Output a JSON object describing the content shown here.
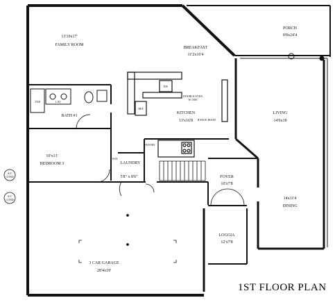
{
  "title": "1ST FLOOR PLAN",
  "rooms": {
    "family_room": {
      "dims": "13'10x17'",
      "name": "FAMILY ROOM"
    },
    "breakfast": {
      "name": "BREAKFAST",
      "dims": "11'2x16'4"
    },
    "porch": {
      "name": "PORCH",
      "dims": "8'8x24'4"
    },
    "living": {
      "name": "LIVING",
      "dims": "14'6x18"
    },
    "kitchen": {
      "name": "KITCHEN",
      "dims": "13'x16'8"
    },
    "bath": {
      "name": "BATH #1"
    },
    "bedroom": {
      "dims": "10'x13'",
      "name": "BEDROOM 3"
    },
    "laundry": {
      "name": "LAUNDRY",
      "dims": "5'8\" x 8'6\""
    },
    "foyer": {
      "name": "FOYER",
      "dims": "10'x7'8"
    },
    "dining": {
      "dims": "14x11'4",
      "name": "DINING"
    },
    "loggia": {
      "name": "LOGGIA",
      "dims": "12'x7'8"
    },
    "garage": {
      "name": "3 CAR GARAGE",
      "dims": "28'4x19'"
    }
  },
  "fixtures": {
    "refrigerator": "REF",
    "dw": "DW",
    "double_oven": [
      "DOUBLE OVEN",
      "W/ MW"
    ],
    "range": "RANGE HOOD",
    "pantry": "PANTRY",
    "wh": "W.H.",
    "ac1": [
      "A/C",
      "COND"
    ],
    "ac2": [
      "A/C",
      "COND"
    ],
    "tub": "TUB",
    "lav": "LAV"
  }
}
